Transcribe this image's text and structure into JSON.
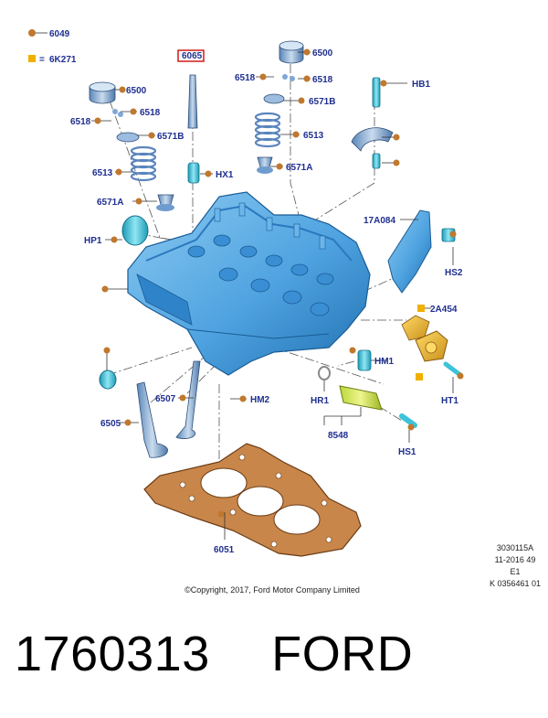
{
  "legend": {
    "dot_code": "6049",
    "square_code": "6K271",
    "square_eq": "="
  },
  "labels": {
    "l6065": "6065",
    "l6500a": "6500",
    "l6518a": "6518",
    "l6518b": "6518",
    "l6571Ba": "6571B",
    "l6513a": "6513",
    "l6571Aa": "6571A",
    "lHX1": "HX1",
    "l6500b": "6500",
    "l6518c": "6518",
    "l6518d": "6518",
    "l6571Bb": "6571B",
    "l6513b": "6513",
    "l6571Ab": "6571A",
    "lHB1": "HB1",
    "l17A084": "17A084",
    "lHS2": "HS2",
    "lHP1": "HP1",
    "l2A454": "2A454",
    "lHM1": "HM1",
    "lHT1": "HT1",
    "lHR1": "HR1",
    "l8548": "8548",
    "lHS1": "HS1",
    "l6507": "6507",
    "lHM2": "HM2",
    "l6505": "6505",
    "l6051": "6051"
  },
  "meta": {
    "ref": "3030115A",
    "date": "11-2016 49",
    "ed": "E1",
    "code": "K 0356461 01",
    "copyright": "©Copyright, 2017, Ford Motor Company Limited"
  },
  "caption": {
    "part_number": "1760313",
    "brand": "FORD"
  },
  "colors": {
    "head_blue": "#4fa3e0",
    "gasket_orange": "#c8864a",
    "label_blue": "#1f2f8f",
    "highlight_red": "#d01a1a",
    "hydraulic_teal": "#3cc3d8",
    "dot_brown": "#c0782e",
    "square_yellow": "#f0b000"
  }
}
